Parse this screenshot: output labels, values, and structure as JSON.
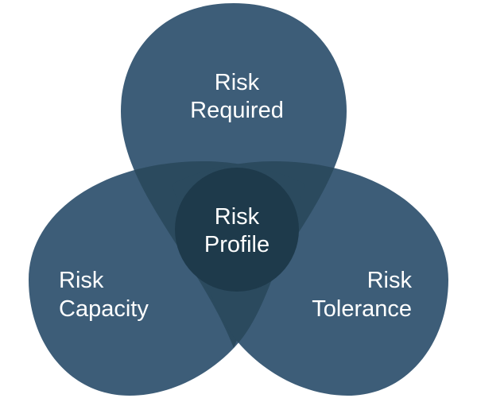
{
  "colors": {
    "base": "#3d5d78",
    "overlap": "#2b4a5e",
    "center": "#1e3a4b",
    "text": "#ffffff",
    "background": "#ffffff"
  },
  "shapes": {
    "top": {
      "line1": "Risk",
      "line2": "Required"
    },
    "left": {
      "line1": "Risk",
      "line2": "Capacity"
    },
    "right": {
      "line1": "Risk",
      "line2": "Tolerance"
    },
    "center": {
      "line1": "Risk",
      "line2": "Profile"
    }
  }
}
